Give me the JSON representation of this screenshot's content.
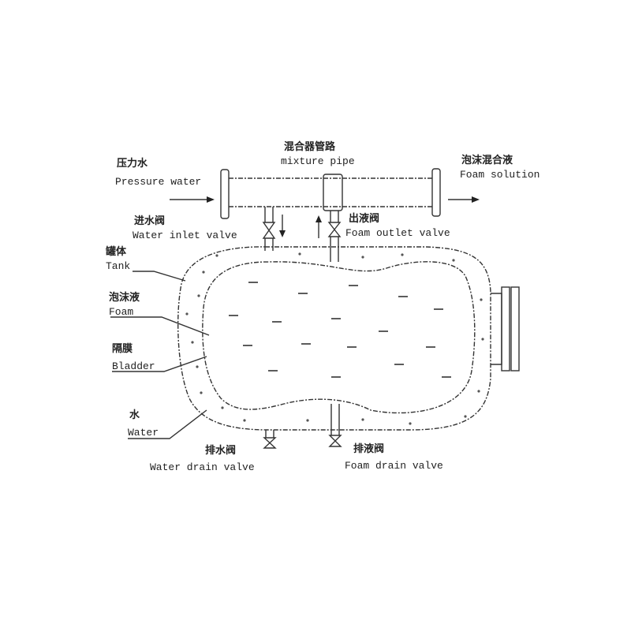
{
  "labels": {
    "pressure_water": {
      "zh": "压力水",
      "en": "Pressure water"
    },
    "mixture_pipe": {
      "zh": "混合器管路",
      "en": "mixture pipe"
    },
    "foam_solution": {
      "zh": "泡沫混合液",
      "en": "Foam solution"
    },
    "water_inlet_valve": {
      "zh": "进水阀",
      "en": "Water inlet valve"
    },
    "foam_outlet_valve": {
      "zh": "出液阀",
      "en": "Foam outlet valve"
    },
    "tank": {
      "zh": "罐体",
      "en": "Tank"
    },
    "foam": {
      "zh": "泡沫液",
      "en": "Foam"
    },
    "bladder": {
      "zh": "隔膜",
      "en": "Bladder"
    },
    "water": {
      "zh": "水",
      "en": "Water"
    },
    "water_drain_valve": {
      "zh": "排水阀",
      "en": "Water drain valve"
    },
    "foam_drain_valve": {
      "zh": "排液阀",
      "en": "Foam drain valve"
    }
  }
}
